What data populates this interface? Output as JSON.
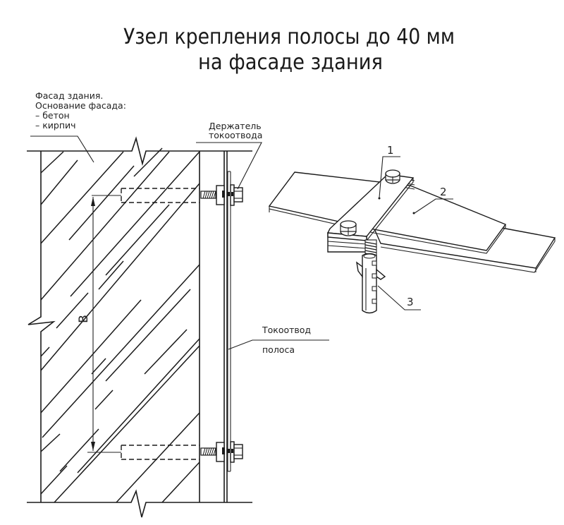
{
  "title": {
    "line1": "Узел крепления полосы до 40 мм",
    "line2": "на фасаде здания"
  },
  "section_view": {
    "facade_label": {
      "line1": "Фасад здания.",
      "line2": "Основание фасада:",
      "line3": "– бетон",
      "line4": "– кирпич"
    },
    "holder_label": {
      "line1": "Держатель",
      "line2": "токоотвода"
    },
    "conductor_label": {
      "line1": "Токоотвод",
      "line2": "полоса"
    },
    "dimension_label": "В"
  },
  "isometric_view": {
    "callouts": [
      {
        "number": "1"
      },
      {
        "number": "2"
      },
      {
        "number": "3"
      }
    ]
  },
  "colors": {
    "line": "#1a1a1a",
    "background": "#ffffff"
  }
}
